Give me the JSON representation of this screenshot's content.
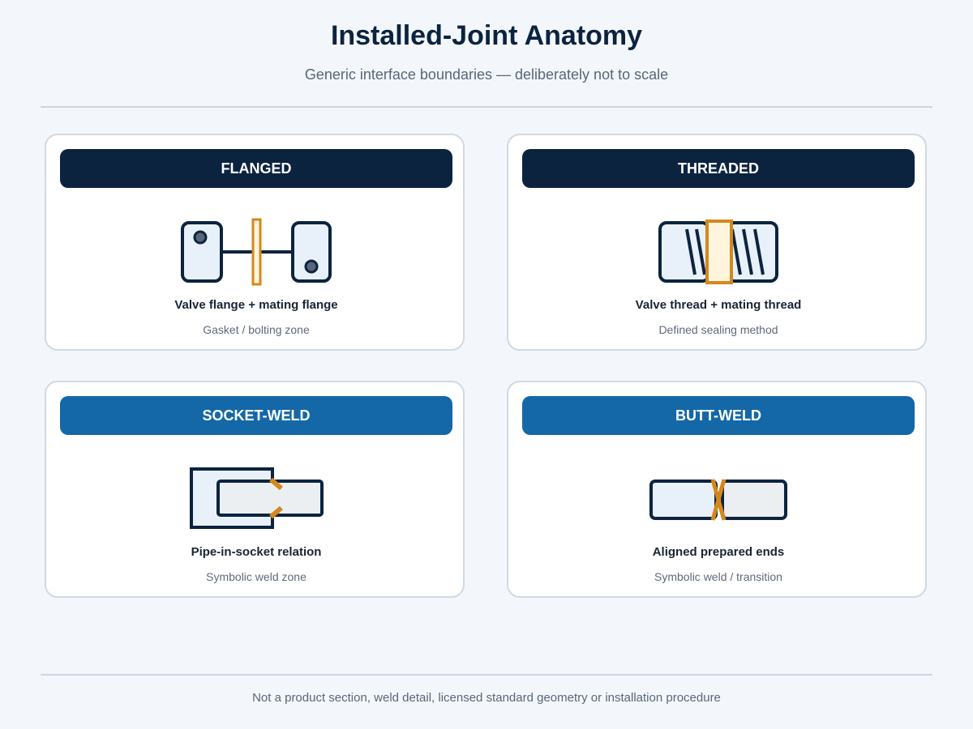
{
  "title": "Installed-Joint Anatomy",
  "subtitle": "Generic interface boundaries — deliberately not to scale",
  "footer": "Not a product section, weld detail, licensed standard geometry or installation procedure",
  "colors": {
    "navy": "#0c2340",
    "blue": "#1468a8",
    "accent_orange": "#d4881c",
    "fill_light_blue": "#e8f1fa",
    "fill_light_gray": "#eceff2",
    "fill_cream": "#fff5dd"
  },
  "cards": [
    {
      "header": "FLANGED",
      "label": "Valve flange + mating flange",
      "caption": "Gasket / bolting zone"
    },
    {
      "header": "THREADED",
      "label": "Valve thread + mating thread",
      "caption": "Defined sealing method"
    },
    {
      "header": "SOCKET-WELD",
      "label": "Pipe-in-socket relation",
      "caption": "Symbolic weld zone"
    },
    {
      "header": "BUTT-WELD",
      "label": "Aligned prepared ends",
      "caption": "Symbolic weld / transition"
    }
  ]
}
